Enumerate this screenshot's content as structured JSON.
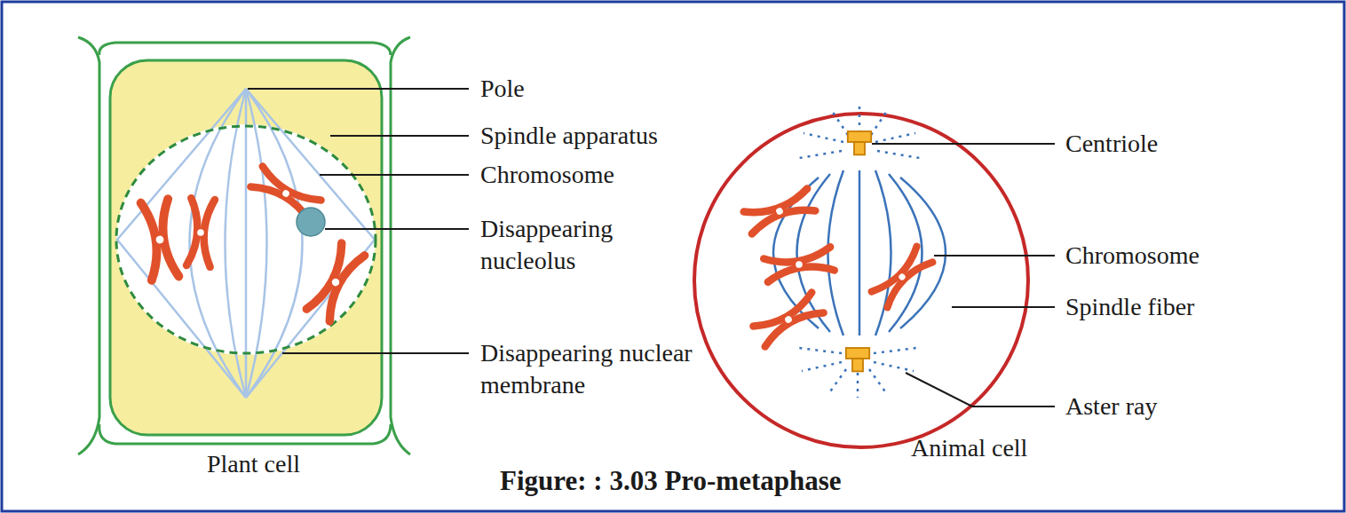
{
  "diagram": {
    "caption": "Figure: : 3.03 Pro-metaphase",
    "labels": [
      "Pole",
      "Spindle apparatus",
      "Chromosome",
      "Disappearing nucleolus",
      "Disappearing nuclear membrane",
      "Plant cell",
      "Centriole",
      "Chromosome",
      "Spindle fiber",
      "Aster ray",
      "Animal cell"
    ]
  }
}
